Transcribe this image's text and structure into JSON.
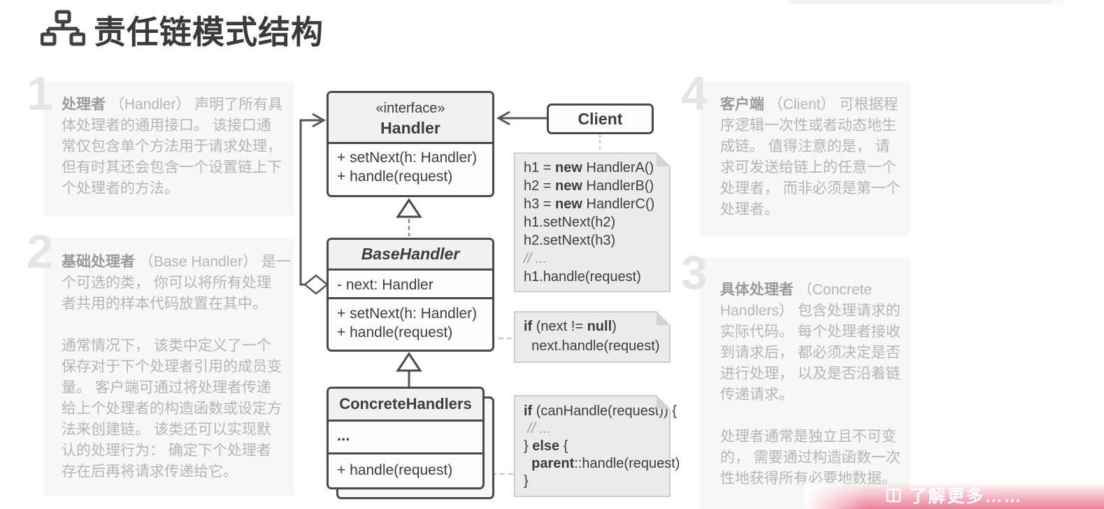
{
  "title": {
    "text": "责任链模式结构"
  },
  "banner": {
    "label": "了解更多……"
  },
  "annotations": [
    {
      "num": "1",
      "lines": [
        [
          [
            "t",
            "处理者"
          ],
          [
            "n",
            " （Handler） 声明了所有具"
          ]
        ],
        [
          [
            "n",
            "体处理者的通用接口。 该接口通"
          ]
        ],
        [
          [
            "n",
            "常仅包含单个方法用于请求处理，"
          ]
        ],
        [
          [
            "n",
            "但有时其还会包含一个设置链上下"
          ]
        ],
        [
          [
            "n",
            "个处理者的方法。"
          ]
        ]
      ]
    },
    {
      "num": "2",
      "lines": [
        [
          [
            "t",
            "基础处理者"
          ],
          [
            "n",
            " （Base Handler） 是一"
          ]
        ],
        [
          [
            "n",
            "个可选的类， 你可以将所有处理"
          ]
        ],
        [
          [
            "n",
            "者共用的样本代码放置在其中。"
          ]
        ],
        [],
        [
          [
            "n",
            "通常情况下， 该类中定义了一个"
          ]
        ],
        [
          [
            "n",
            "保存对于下个处理者引用的成员变"
          ]
        ],
        [
          [
            "n",
            "量。 客户端可通过将处理者传递"
          ]
        ],
        [
          [
            "n",
            "给上个处理者的构造函数或设定方"
          ]
        ],
        [
          [
            "n",
            "法来创建链。 该类还可以实现默"
          ]
        ],
        [
          [
            "n",
            "认的处理行为： 确定下个处理者"
          ]
        ],
        [
          [
            "n",
            "存在后再将请求传递给它。"
          ]
        ]
      ]
    },
    {
      "num": "3",
      "lines": [
        [
          [
            "t",
            "具体处理者"
          ],
          [
            "n",
            " （Concrete"
          ]
        ],
        [
          [
            "n",
            "Handlers） 包含处理请求的"
          ]
        ],
        [
          [
            "n",
            "实际代码。 每个处理者接收"
          ]
        ],
        [
          [
            "n",
            "到请求后， 都必须决定是否"
          ]
        ],
        [
          [
            "n",
            "进行处理， 以及是否沿着链"
          ]
        ],
        [
          [
            "n",
            "传递请求。"
          ]
        ],
        [],
        [
          [
            "n",
            "处理者通常是独立且不可变"
          ]
        ],
        [
          [
            "n",
            "的， 需要通过构造函数一次"
          ]
        ],
        [
          [
            "n",
            "性地获得所有必要地数据。"
          ]
        ]
      ]
    },
    {
      "num": "4",
      "lines": [
        [
          [
            "t",
            "客户端"
          ],
          [
            "n",
            " （Client） 可根据程"
          ]
        ],
        [
          [
            "n",
            "序逻辑一次性或者动态地生"
          ]
        ],
        [
          [
            "n",
            "成链。 值得注意的是， 请"
          ]
        ],
        [
          [
            "n",
            "求可发送给链上的任意一个"
          ]
        ],
        [
          [
            "n",
            "处理者， 而非必须是第一个"
          ]
        ],
        [
          [
            "n",
            "处理者。"
          ]
        ]
      ]
    }
  ],
  "uml": {
    "interface": {
      "stereotype": "«interface»",
      "name": "Handler",
      "methods": [
        "+ setNext(h: Handler)",
        "+ handle(request)"
      ]
    },
    "client": {
      "name": "Client"
    },
    "base": {
      "name": "BaseHandler",
      "field": "- next: Handler",
      "methods": [
        "+ setNext(h: Handler)",
        "+ handle(request)"
      ]
    },
    "concrete": {
      "name": "ConcreteHandlers",
      "placeholder": "...",
      "methods": [
        "+ handle(request)"
      ]
    }
  },
  "notes": {
    "client_code": [
      [
        [
          "n",
          "h1 = "
        ],
        [
          "b",
          "new"
        ],
        [
          "n",
          " HandlerA()"
        ]
      ],
      [
        [
          "n",
          "h2 = "
        ],
        [
          "b",
          "new"
        ],
        [
          "n",
          " HandlerB()"
        ]
      ],
      [
        [
          "n",
          "h3 = "
        ],
        [
          "b",
          "new"
        ],
        [
          "n",
          " HandlerC()"
        ]
      ],
      [
        [
          "n",
          "h1.setNext(h2)"
        ]
      ],
      [
        [
          "n",
          "h2.setNext(h3)"
        ]
      ],
      [
        [
          "c",
          "// ..."
        ]
      ],
      [
        [
          "n",
          "h1.handle(request)"
        ]
      ]
    ],
    "base_code": [
      [
        [
          "b",
          "if"
        ],
        [
          "n",
          " (next != "
        ],
        [
          "b",
          "null"
        ],
        [
          "n",
          ")"
        ]
      ],
      [
        [
          "n",
          "  next.handle(request)"
        ]
      ]
    ],
    "concrete_code": [
      [
        [
          "b",
          "if"
        ],
        [
          "n",
          " (canHandle(request)) {"
        ]
      ],
      [
        [
          "c",
          " // ..."
        ]
      ],
      [
        [
          "n",
          "} "
        ],
        [
          "b",
          "else"
        ],
        [
          "n",
          " {"
        ]
      ],
      [
        [
          "n",
          "  "
        ],
        [
          "b",
          "parent"
        ],
        [
          "n",
          "::handle(request)"
        ]
      ],
      [
        [
          "n",
          "}"
        ]
      ]
    ]
  },
  "colors": {
    "accent_pink": "#ec8099",
    "box_border": "#4a4a4a",
    "note_bg": "#ebebeb",
    "annotation_bg": "#f7f7f7"
  }
}
